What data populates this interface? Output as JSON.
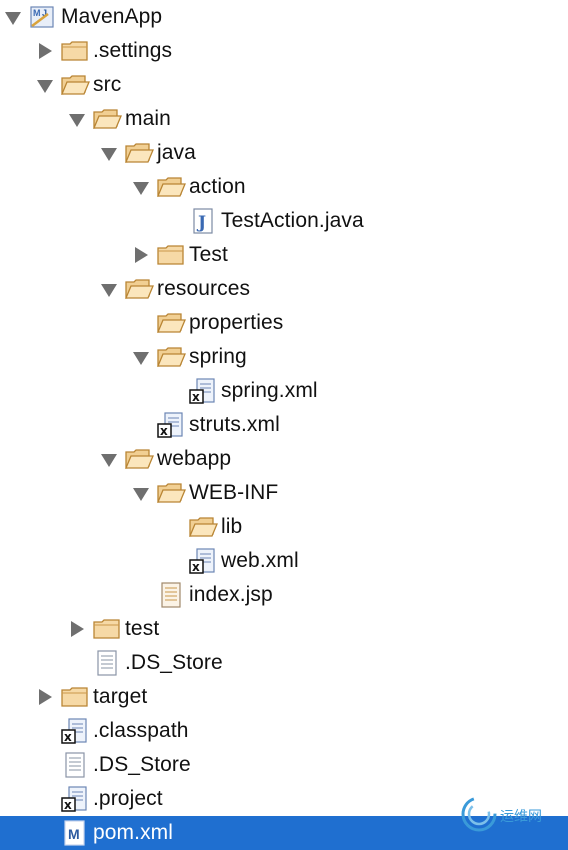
{
  "tree": {
    "items": [
      {
        "label": "MavenApp",
        "depth": 0,
        "twisty": "open",
        "icon": "maven-project-icon",
        "selected": false
      },
      {
        "label": ".settings",
        "depth": 1,
        "twisty": "closed",
        "icon": "folder-icon",
        "selected": false
      },
      {
        "label": "src",
        "depth": 1,
        "twisty": "open",
        "icon": "folder-open-icon",
        "selected": false
      },
      {
        "label": "main",
        "depth": 2,
        "twisty": "open",
        "icon": "folder-open-icon",
        "selected": false
      },
      {
        "label": "java",
        "depth": 3,
        "twisty": "open",
        "icon": "folder-open-icon",
        "selected": false
      },
      {
        "label": "action",
        "depth": 4,
        "twisty": "open",
        "icon": "folder-open-icon",
        "selected": false
      },
      {
        "label": "TestAction.java",
        "depth": 5,
        "twisty": "none",
        "icon": "java-file-icon",
        "selected": false
      },
      {
        "label": "Test",
        "depth": 4,
        "twisty": "closed",
        "icon": "folder-icon",
        "selected": false
      },
      {
        "label": "resources",
        "depth": 3,
        "twisty": "open",
        "icon": "folder-open-icon",
        "selected": false
      },
      {
        "label": "properties",
        "depth": 4,
        "twisty": "none",
        "icon": "folder-open-icon",
        "selected": false
      },
      {
        "label": "spring",
        "depth": 4,
        "twisty": "open",
        "icon": "folder-open-icon",
        "selected": false
      },
      {
        "label": "spring.xml",
        "depth": 5,
        "twisty": "none",
        "icon": "xml-file-icon",
        "selected": false
      },
      {
        "label": "struts.xml",
        "depth": 4,
        "twisty": "none",
        "icon": "xml-file-icon",
        "selected": false
      },
      {
        "label": "webapp",
        "depth": 3,
        "twisty": "open",
        "icon": "folder-open-icon",
        "selected": false
      },
      {
        "label": "WEB-INF",
        "depth": 4,
        "twisty": "open",
        "icon": "folder-open-icon",
        "selected": false
      },
      {
        "label": "lib",
        "depth": 5,
        "twisty": "none",
        "icon": "folder-open-icon",
        "selected": false
      },
      {
        "label": "web.xml",
        "depth": 5,
        "twisty": "none",
        "icon": "xml-file-icon",
        "selected": false
      },
      {
        "label": "index.jsp",
        "depth": 4,
        "twisty": "none",
        "icon": "jsp-file-icon",
        "selected": false
      },
      {
        "label": "test",
        "depth": 2,
        "twisty": "closed",
        "icon": "folder-icon",
        "selected": false
      },
      {
        "label": ".DS_Store",
        "depth": 2,
        "twisty": "none",
        "icon": "text-file-icon",
        "selected": false
      },
      {
        "label": "target",
        "depth": 1,
        "twisty": "closed",
        "icon": "folder-icon",
        "selected": false
      },
      {
        "label": ".classpath",
        "depth": 1,
        "twisty": "none",
        "icon": "xml-file-icon",
        "selected": false
      },
      {
        "label": ".DS_Store",
        "depth": 1,
        "twisty": "none",
        "icon": "text-file-icon",
        "selected": false
      },
      {
        "label": ".project",
        "depth": 1,
        "twisty": "none",
        "icon": "xml-file-icon",
        "selected": false
      },
      {
        "label": "pom.xml",
        "depth": 1,
        "twisty": "none",
        "icon": "pom-file-icon",
        "selected": true
      }
    ]
  },
  "watermark": {
    "text": "运维网",
    "icon": "watermark-logo-icon"
  },
  "colors": {
    "selection": "#1f6fd0",
    "folder_fill": "#f6d9a6",
    "folder_stroke": "#b98534",
    "twisty": "#6f6f6f",
    "java_icon": "#3a69b3",
    "xml_badge": "#111111"
  }
}
